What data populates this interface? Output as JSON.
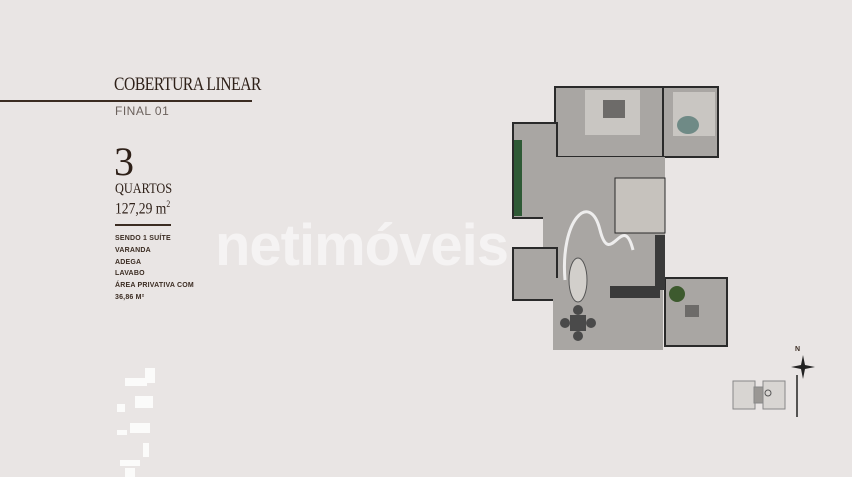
{
  "header": {
    "title": "COBERTURA LINEAR",
    "subtitle": "FINAL 01"
  },
  "summary": {
    "bedrooms": "3",
    "bedrooms_label": "QUARTOS",
    "area": "127,29 m",
    "area_unit_sup": "2"
  },
  "features": [
    "SENDO 1 SUÍTE",
    "VARANDA",
    "ADEGA",
    "LAVABO",
    "ÁREA PRIVATIVA COM",
    "36,86 M²"
  ],
  "watermark": "netimóveis",
  "compass": {
    "label": "N"
  },
  "colors": {
    "background": "#e9e5e4",
    "text": "#3b2c22",
    "garden": "#2f5a36"
  }
}
